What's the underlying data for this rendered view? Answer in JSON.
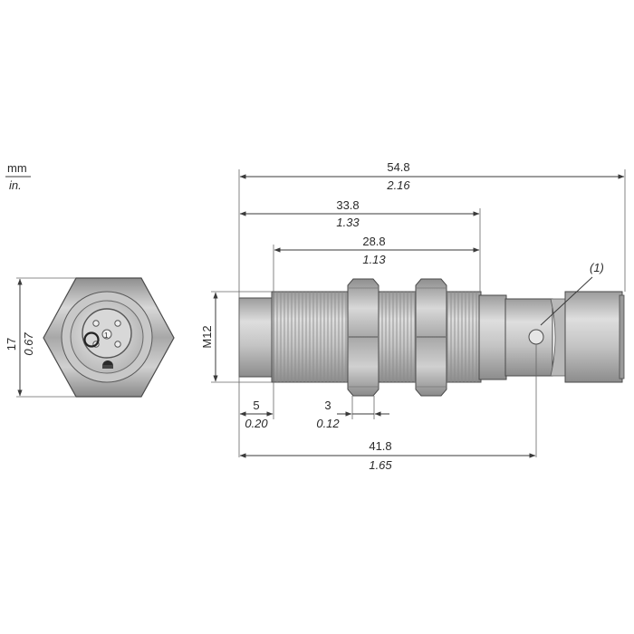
{
  "units": {
    "primary": "mm",
    "secondary": "in."
  },
  "end_view": {
    "height_mm": "17",
    "height_in": "0.67",
    "pin_label": "1"
  },
  "side_view": {
    "thread_label": "M12",
    "note_ref": "(1)"
  },
  "dimensions": {
    "overall": {
      "mm": "54.8",
      "in": "2.16"
    },
    "to_body": {
      "mm": "33.8",
      "in": "1.33"
    },
    "thread": {
      "mm": "28.8",
      "in": "1.13"
    },
    "sensing_face": {
      "mm": "5",
      "in": "0.20"
    },
    "nut": {
      "mm": "3",
      "in": "0.12"
    },
    "to_led": {
      "mm": "41.8",
      "in": "1.65"
    }
  },
  "colors": {
    "metal_light": "#d6d6d6",
    "metal_mid": "#b0b0b0",
    "metal_dark": "#8a8a8a",
    "line": "#3a3a3a"
  }
}
